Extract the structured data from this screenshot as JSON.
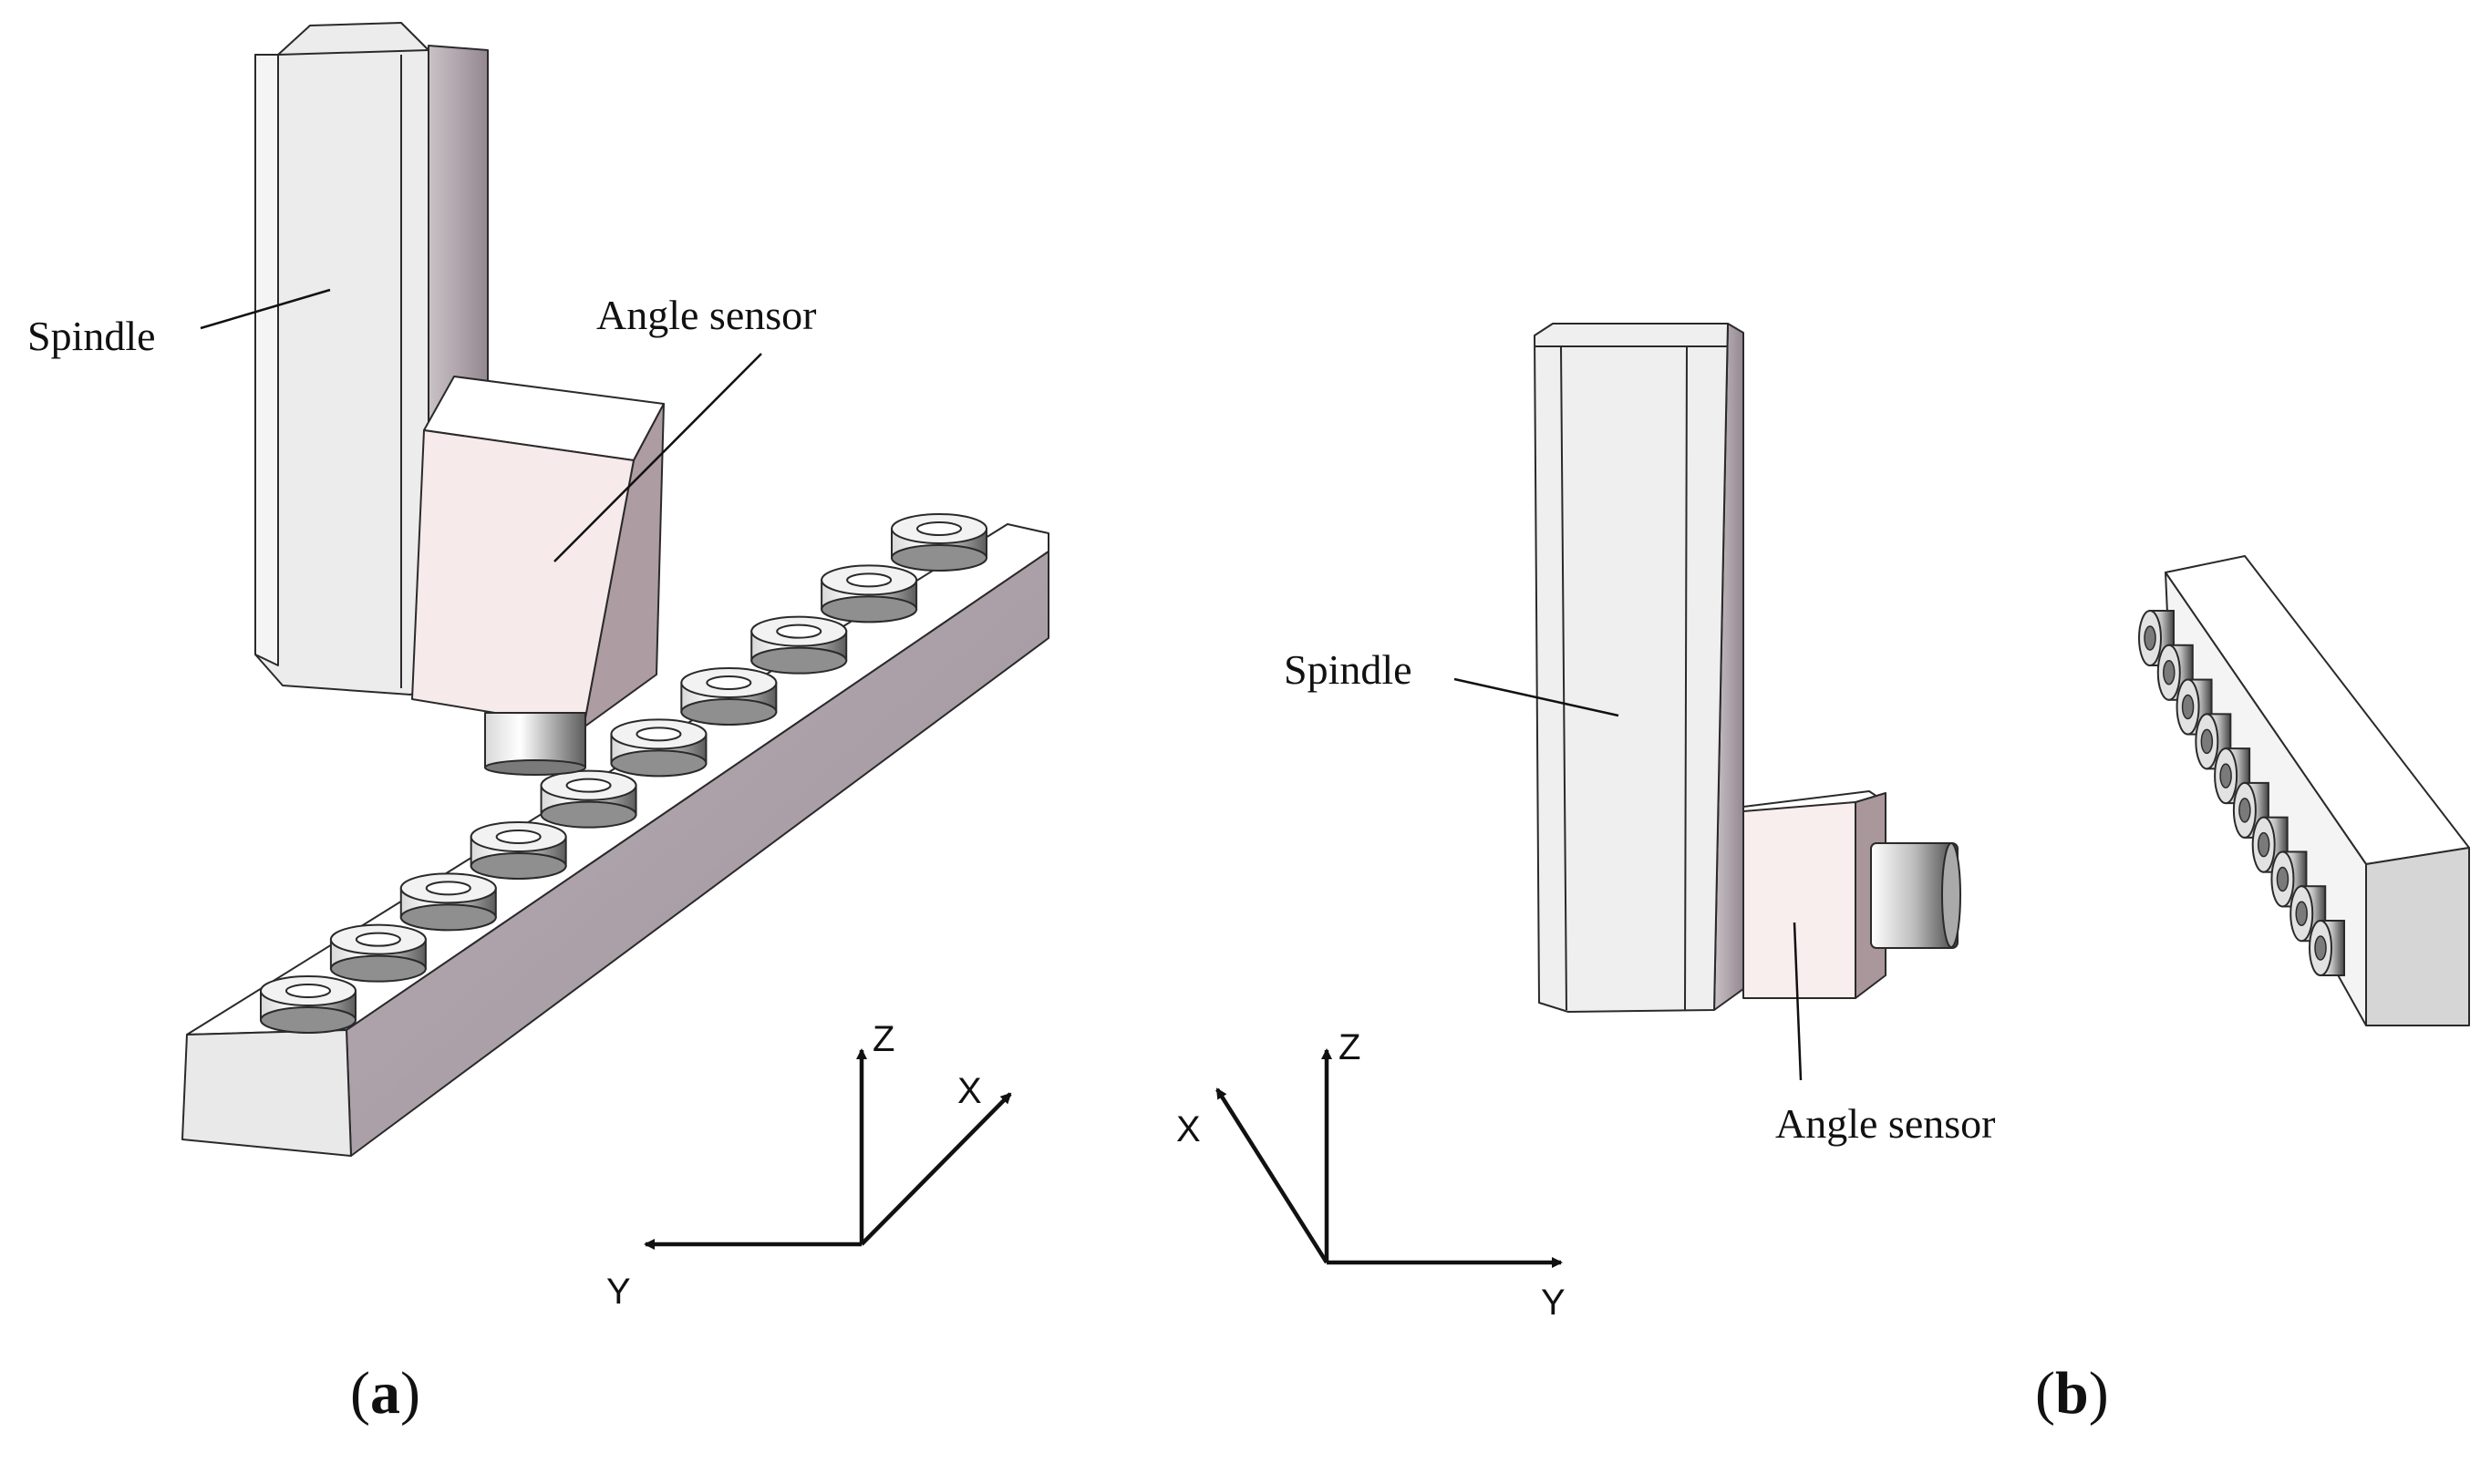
{
  "panel_a": {
    "label_open": "(",
    "label_letter": "a",
    "label_close": ")",
    "spindle_label": "Spindle",
    "sensor_label": "Angle sensor",
    "axes": {
      "z": "Z",
      "x": "X",
      "y": "Y"
    }
  },
  "panel_b": {
    "label_open": "(",
    "label_letter": "b",
    "label_close": ")",
    "spindle_label": "Spindle",
    "sensor_label": "Angle sensor",
    "axes": {
      "z": "Z",
      "x": "X",
      "y": "Y"
    }
  },
  "colors": {
    "spindle_front": "#ebebeb",
    "spindle_side": "#a89ca2",
    "sensor_front": "#f6eaea",
    "sensor_side": "#a9979c",
    "rail_top": "#ffffff",
    "rail_side": "#a9a0a7"
  },
  "icons": {
    "axis_arrow": "arrowhead"
  }
}
